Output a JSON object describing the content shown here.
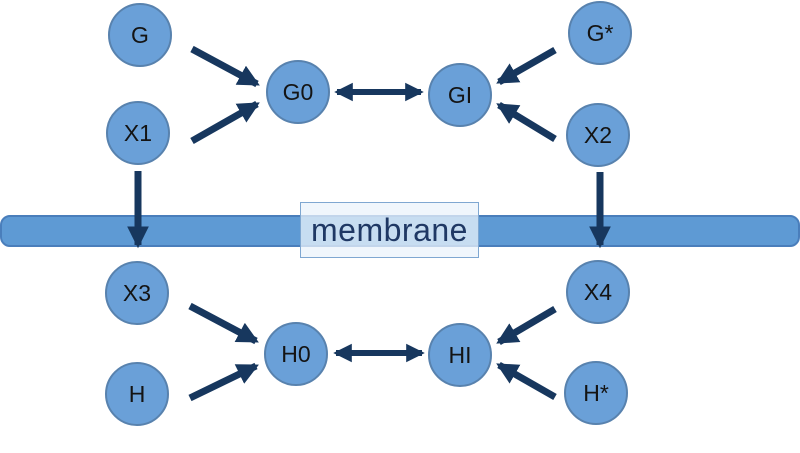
{
  "diagram": {
    "membrane_label": "membrane",
    "nodes": {
      "g": {
        "label": "G"
      },
      "x1": {
        "label": "X1"
      },
      "g0": {
        "label": "G0"
      },
      "gi": {
        "label": "GI"
      },
      "gstar": {
        "label": "G*"
      },
      "x2": {
        "label": "X2"
      },
      "x3": {
        "label": "X3"
      },
      "h": {
        "label": "H"
      },
      "h0": {
        "label": "H0"
      },
      "hi": {
        "label": "HI"
      },
      "x4": {
        "label": "X4"
      },
      "hstar": {
        "label": "H*"
      }
    },
    "colors": {
      "node_fill": "#6AA0D8",
      "node_border": "#5882AE",
      "node_text": "#141414",
      "arrow": "#17375E",
      "membrane_fill": "#5E9AD4",
      "membrane_border": "#4A7EBB",
      "label_box_bg": "rgba(235,243,251,0.75)",
      "label_box_border": "#7FA7D1",
      "membrane_text": "#1F3864"
    }
  }
}
